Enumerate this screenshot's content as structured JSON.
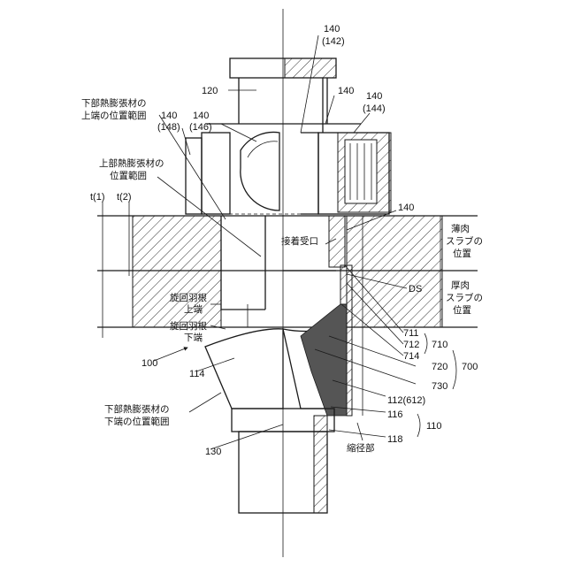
{
  "labels": {
    "l140_142": "140",
    "l142": "(142)",
    "l120": "120",
    "l140_right1": "140",
    "l140_right2": "140",
    "l144": "(144)",
    "lower_upper_range_1": "下部熱膨張材の",
    "lower_upper_range_2": "上端の位置範囲",
    "l140_148": "140",
    "l148": "(148)",
    "l140_146": "140",
    "l146": "(146)",
    "upper_range_1": "上部熱膨張材の",
    "upper_range_2": "位置範囲",
    "t1": "t(1)",
    "t2": "t(2)",
    "l140_mid": "140",
    "thin_slab_1": "薄肉",
    "thin_slab_2": "スラブの",
    "thin_slab_3": "位置",
    "adhesive_socket": "接着受口",
    "thick_slab_1": "厚肉",
    "thick_slab_2": "スラブの",
    "thick_slab_3": "位置",
    "ds": "DS",
    "blade_upper_1": "旋回羽根",
    "blade_upper_2": "上端",
    "blade_lower_1": "旋回羽根",
    "blade_lower_2": "下端",
    "l711": "711",
    "l712": "712",
    "l710": "710",
    "l714": "714",
    "l720": "720",
    "l700": "700",
    "l730": "730",
    "l100": "100",
    "l114": "114",
    "l112": "112(612)",
    "l116": "116",
    "l110": "110",
    "l118": "118",
    "lower_lower_range_1": "下部熱膨張材の",
    "lower_lower_range_2": "下端の位置範囲",
    "reducer": "縮径部",
    "l130": "130"
  }
}
